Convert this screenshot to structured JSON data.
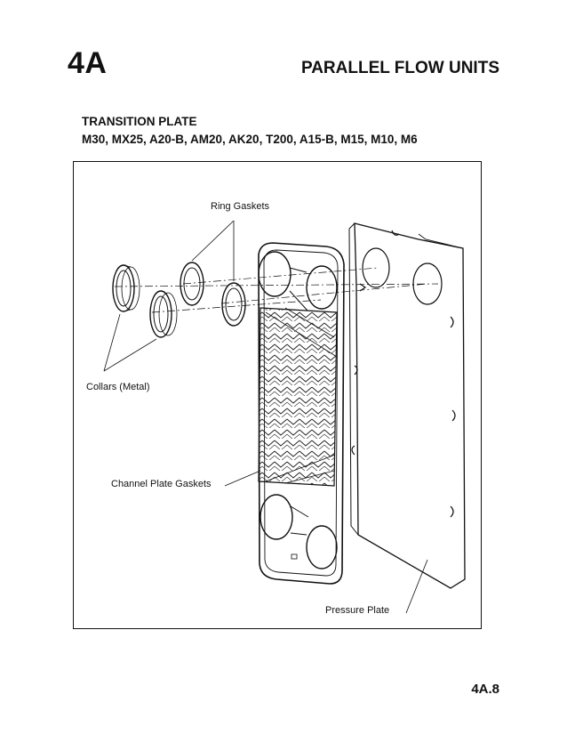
{
  "header": {
    "section_number": "4A",
    "section_title": "PARALLEL FLOW UNITS"
  },
  "plate": {
    "title": "TRANSITION PLATE",
    "models": "M30, MX25, A20-B, AM20, AK20, T200, A15-B, M15, M10, M6"
  },
  "diagram": {
    "labels": {
      "ring_gaskets": "Ring Gaskets",
      "collars": "Collars (Metal)",
      "channel_plate_gaskets": "Channel Plate Gaskets",
      "pressure_plate": "Pressure Plate"
    }
  },
  "footer": {
    "page_number": "4A.8"
  }
}
